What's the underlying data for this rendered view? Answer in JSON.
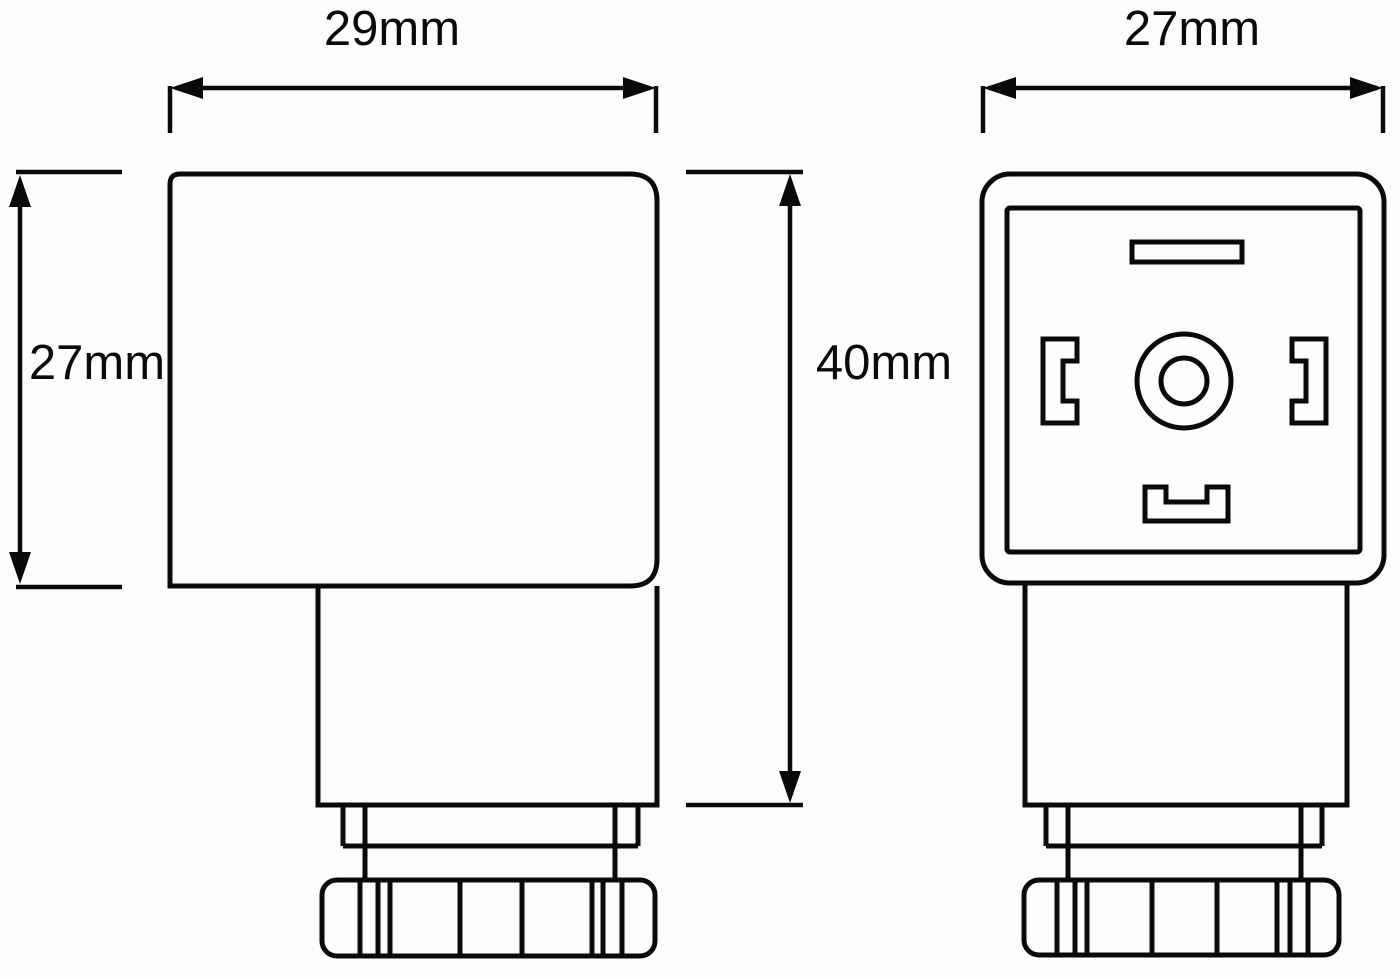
{
  "diagram": {
    "background_color": "#fdfdfd",
    "line_color": "#0a0a0a",
    "left_view": {
      "width_dimension": "29mm",
      "height_dimension": "27mm",
      "total_height_dimension": "40mm"
    },
    "right_view": {
      "width_dimension": "27mm"
    }
  }
}
